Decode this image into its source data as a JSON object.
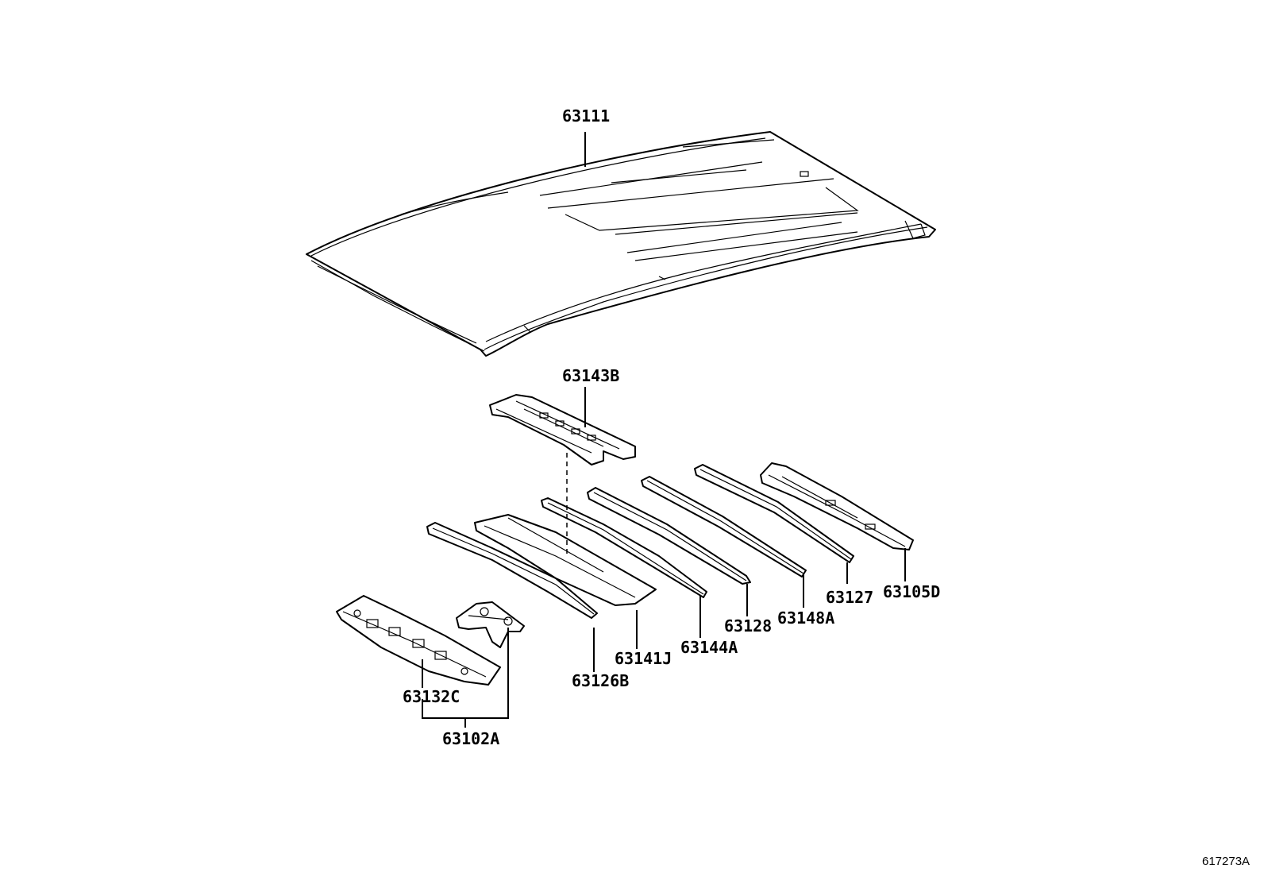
{
  "diagram_ref": "617273A",
  "parts": [
    {
      "id": "roof",
      "number": "63111"
    },
    {
      "id": "front-header",
      "number": "63143B"
    },
    {
      "id": "bow-1",
      "number": "63126B"
    },
    {
      "id": "bow-2",
      "number": "63141J"
    },
    {
      "id": "bow-3",
      "number": "63144A"
    },
    {
      "id": "bow-4",
      "number": "63128"
    },
    {
      "id": "bow-5",
      "number": "63148A"
    },
    {
      "id": "bow-6",
      "number": "63127"
    },
    {
      "id": "rear-header",
      "number": "63105D"
    },
    {
      "id": "rear-panel",
      "number": "63132C"
    },
    {
      "id": "bracket-group",
      "number": "63102A"
    }
  ]
}
